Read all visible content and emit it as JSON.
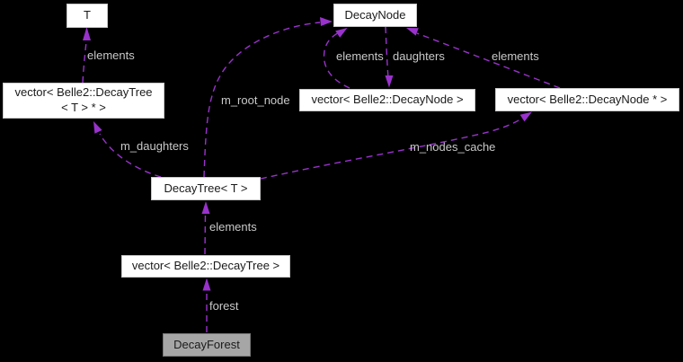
{
  "diagram": {
    "type": "collaboration-graph",
    "colors": {
      "background": "#000000",
      "edge": "#9932cc",
      "edge_label": "#c9c9c9",
      "node_fill": "#ffffff",
      "node_border": "#c8c8c8",
      "node_text": "#1a1a1a",
      "focus_node_fill": "#a6a6a6",
      "focus_node_border": "#777777"
    },
    "nodes": {
      "t": "T",
      "vector_decaytree_ptr": "vector< Belle2::DecayTree\n< T > * >",
      "decaynode": "DecayNode",
      "vector_decaynode": "vector< Belle2::DecayNode >",
      "vector_decaynode_ptr": "vector< Belle2::DecayNode * >",
      "decaytree": "DecayTree< T >",
      "vector_decaytree": "vector< Belle2::DecayTree >",
      "decayforest": "DecayForest"
    },
    "edge_labels": {
      "elements_t": "elements",
      "elements_loop": "elements",
      "daughters": "daughters",
      "elements_right": "elements",
      "m_root_node": "m_root_node",
      "m_daughters": "m_daughters",
      "m_nodes_cache": "m_nodes_cache",
      "elements_tree": "elements",
      "forest": "forest"
    }
  }
}
